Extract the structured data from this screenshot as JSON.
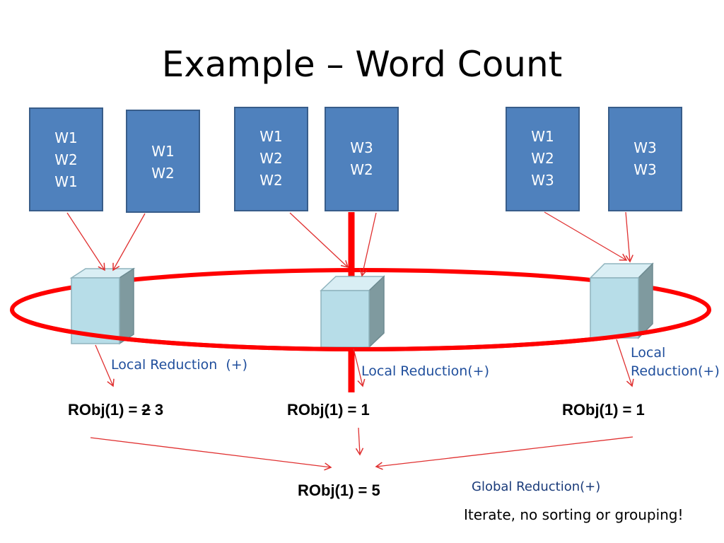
{
  "title": "Example – Word Count",
  "documents": [
    {
      "words": [
        "W1",
        "W2",
        "W1"
      ]
    },
    {
      "words": [
        "W1",
        "W2"
      ]
    },
    {
      "words": [
        "W1",
        "W2",
        "W2"
      ]
    },
    {
      "words": [
        "W3",
        "W2"
      ]
    },
    {
      "words": [
        "W1",
        "W2",
        "W3"
      ]
    },
    {
      "words": [
        "W3",
        "W3"
      ]
    }
  ],
  "local_labels": {
    "left": "Local Reduction  (+)",
    "middle": "Local Reduction(+)",
    "right_line1": "Local",
    "right_line2": "Reduction(+)"
  },
  "robj": {
    "left_prefix": "RObj(1) = ",
    "left_struck": "2",
    "left_value": " 3",
    "middle": "RObj(1) = 1",
    "right": "RObj(1) = 1",
    "global": "RObj(1) = 5"
  },
  "global_label": "Global Reduction(+)",
  "note": "Iterate, no sorting or grouping!",
  "colors": {
    "doc_fill": "#4f81bd",
    "doc_border": "#385d8a",
    "cube_face": "#b7dde8",
    "ring": "#ff0000",
    "arrow": "#e03030"
  }
}
